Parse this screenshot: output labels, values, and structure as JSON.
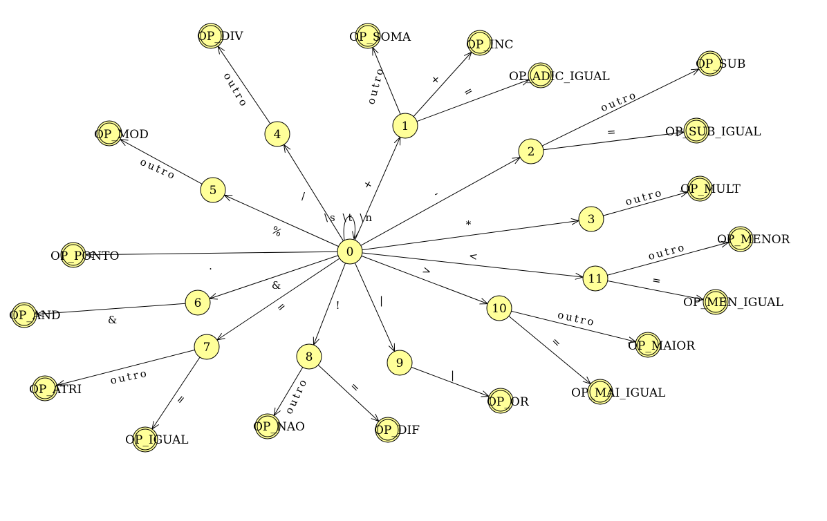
{
  "diagram": {
    "type": "finite-automaton",
    "node_fill": "#ffff99",
    "line_color": "#000000",
    "states": [
      {
        "id": "0",
        "label": "0",
        "final": false
      },
      {
        "id": "1",
        "label": "1",
        "final": false
      },
      {
        "id": "2",
        "label": "2",
        "final": false
      },
      {
        "id": "3",
        "label": "3",
        "final": false
      },
      {
        "id": "4",
        "label": "4",
        "final": false
      },
      {
        "id": "5",
        "label": "5",
        "final": false
      },
      {
        "id": "6",
        "label": "6",
        "final": false
      },
      {
        "id": "7",
        "label": "7",
        "final": false
      },
      {
        "id": "8",
        "label": "8",
        "final": false
      },
      {
        "id": "9",
        "label": "9",
        "final": false
      },
      {
        "id": "10",
        "label": "10",
        "final": false
      },
      {
        "id": "11",
        "label": "11",
        "final": false
      },
      {
        "id": "op_div",
        "label": "OP_DIV",
        "final": true
      },
      {
        "id": "op_soma",
        "label": "OP_SOMA",
        "final": true
      },
      {
        "id": "op_inc",
        "label": "OP_INC",
        "final": true
      },
      {
        "id": "op_adic_igual",
        "label": "OP_ADIC_IGUAL",
        "final": true
      },
      {
        "id": "op_sub",
        "label": "OP_SUB",
        "final": true
      },
      {
        "id": "op_sub_igual",
        "label": "OP_SUB_IGUAL",
        "final": true
      },
      {
        "id": "op_mod",
        "label": "OP_MOD",
        "final": true
      },
      {
        "id": "op_mult",
        "label": "OP_MULT",
        "final": true
      },
      {
        "id": "op_menor",
        "label": "OP_MENOR",
        "final": true
      },
      {
        "id": "op_ponto",
        "label": "OP_PONTO",
        "final": true
      },
      {
        "id": "op_men_igual",
        "label": "OP_MEN_IGUAL",
        "final": true
      },
      {
        "id": "op_and",
        "label": "OP_AND",
        "final": true
      },
      {
        "id": "op_maior",
        "label": "OP_MAIOR",
        "final": true
      },
      {
        "id": "op_atri",
        "label": "OP_ATRI",
        "final": true
      },
      {
        "id": "op_mai_igual",
        "label": "OP_MAI_IGUAL",
        "final": true
      },
      {
        "id": "op_or",
        "label": "OP_OR",
        "final": true
      },
      {
        "id": "op_igual",
        "label": "OP_IGUAL",
        "final": true
      },
      {
        "id": "op_nao",
        "label": "OP_NAO",
        "final": true
      },
      {
        "id": "op_dif",
        "label": "OP_DIF",
        "final": true
      }
    ],
    "transitions": [
      {
        "from": "0",
        "to": "0",
        "label": "\\s \\t \\n"
      },
      {
        "from": "0",
        "to": "1",
        "label": "+"
      },
      {
        "from": "0",
        "to": "2",
        "label": "-"
      },
      {
        "from": "0",
        "to": "3",
        "label": "*"
      },
      {
        "from": "0",
        "to": "4",
        "label": "/"
      },
      {
        "from": "0",
        "to": "5",
        "label": "%"
      },
      {
        "from": "0",
        "to": "6",
        "label": "&"
      },
      {
        "from": "0",
        "to": "7",
        "label": "="
      },
      {
        "from": "0",
        "to": "8",
        "label": "!"
      },
      {
        "from": "0",
        "to": "9",
        "label": "|"
      },
      {
        "from": "0",
        "to": "10",
        "label": ">"
      },
      {
        "from": "0",
        "to": "11",
        "label": "<"
      },
      {
        "from": "0",
        "to": "op_ponto",
        "label": "."
      },
      {
        "from": "1",
        "to": "op_soma",
        "label": "outro"
      },
      {
        "from": "1",
        "to": "op_inc",
        "label": "+"
      },
      {
        "from": "1",
        "to": "op_adic_igual",
        "label": "="
      },
      {
        "from": "2",
        "to": "op_sub",
        "label": "outro"
      },
      {
        "from": "2",
        "to": "op_sub_igual",
        "label": "="
      },
      {
        "from": "3",
        "to": "op_mult",
        "label": "outro"
      },
      {
        "from": "4",
        "to": "op_div",
        "label": "outro"
      },
      {
        "from": "5",
        "to": "op_mod",
        "label": "outro"
      },
      {
        "from": "6",
        "to": "op_and",
        "label": "&"
      },
      {
        "from": "7",
        "to": "op_atri",
        "label": "outro"
      },
      {
        "from": "7",
        "to": "op_igual",
        "label": "="
      },
      {
        "from": "8",
        "to": "op_nao",
        "label": "outro"
      },
      {
        "from": "8",
        "to": "op_dif",
        "label": "="
      },
      {
        "from": "9",
        "to": "op_or",
        "label": "|"
      },
      {
        "from": "10",
        "to": "op_maior",
        "label": "outro"
      },
      {
        "from": "10",
        "to": "op_mai_igual",
        "label": "="
      },
      {
        "from": "11",
        "to": "op_menor",
        "label": "outro"
      },
      {
        "from": "11",
        "to": "op_men_igual",
        "label": "="
      }
    ]
  }
}
